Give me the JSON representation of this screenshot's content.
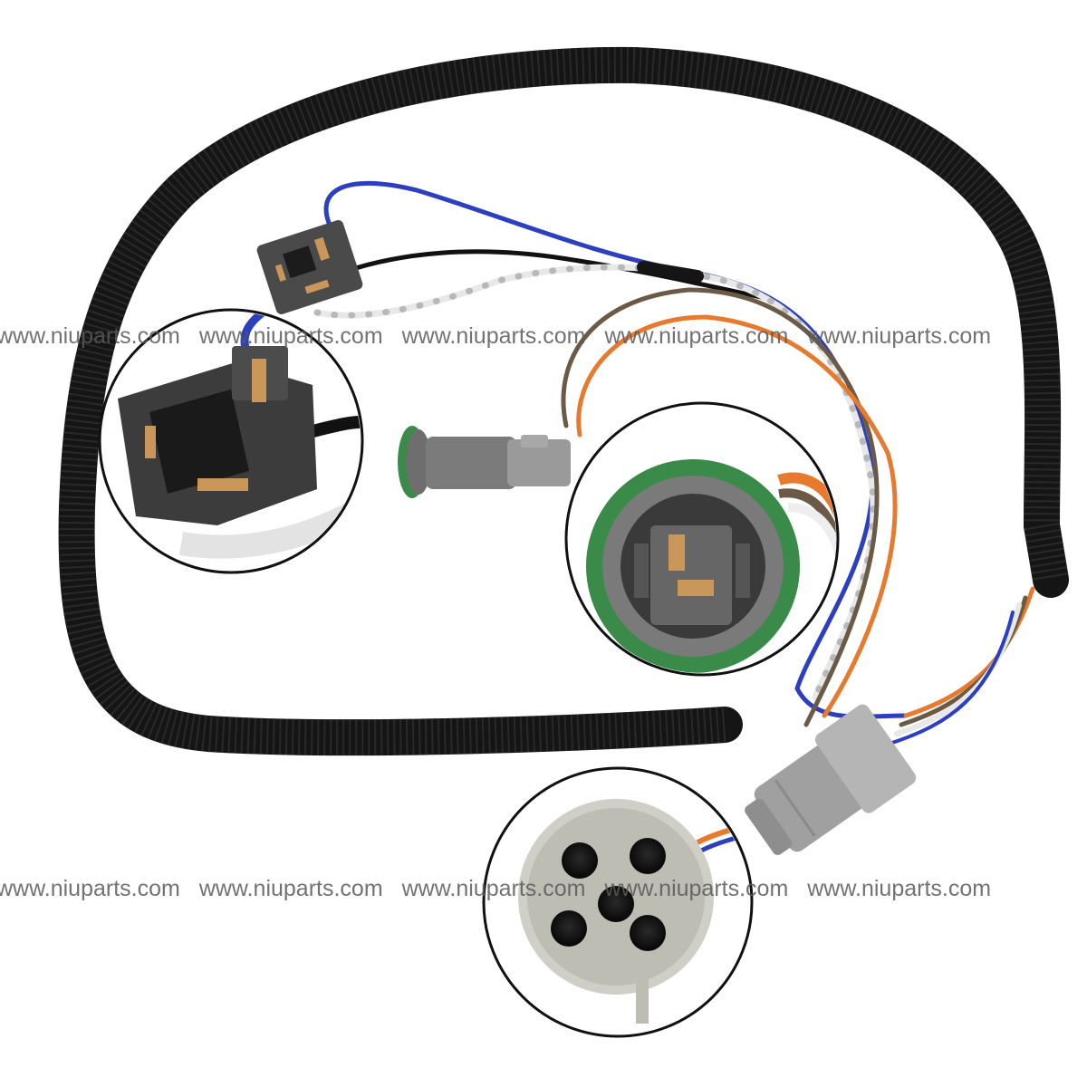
{
  "watermark": {
    "text": "www.niuparts.com",
    "color": "#5a5a5a",
    "repeat_per_row": 5,
    "rows": 2
  },
  "colors": {
    "conduit": "#151515",
    "connector_gray": "#8a8a8a",
    "connector_dark": "#4a4a4a",
    "seal_green": "#3a8a4a",
    "wire_blue": "#2b3fbf",
    "wire_white": "#f2f2f2",
    "wire_black": "#111111",
    "wire_orange": "#e67a2e",
    "wire_brown": "#6b5a45",
    "terminal_brass": "#c9975a"
  },
  "icons": [
    "h4-headlight-socket-icon",
    "turn-signal-socket-icon",
    "five-pin-connector-icon"
  ]
}
